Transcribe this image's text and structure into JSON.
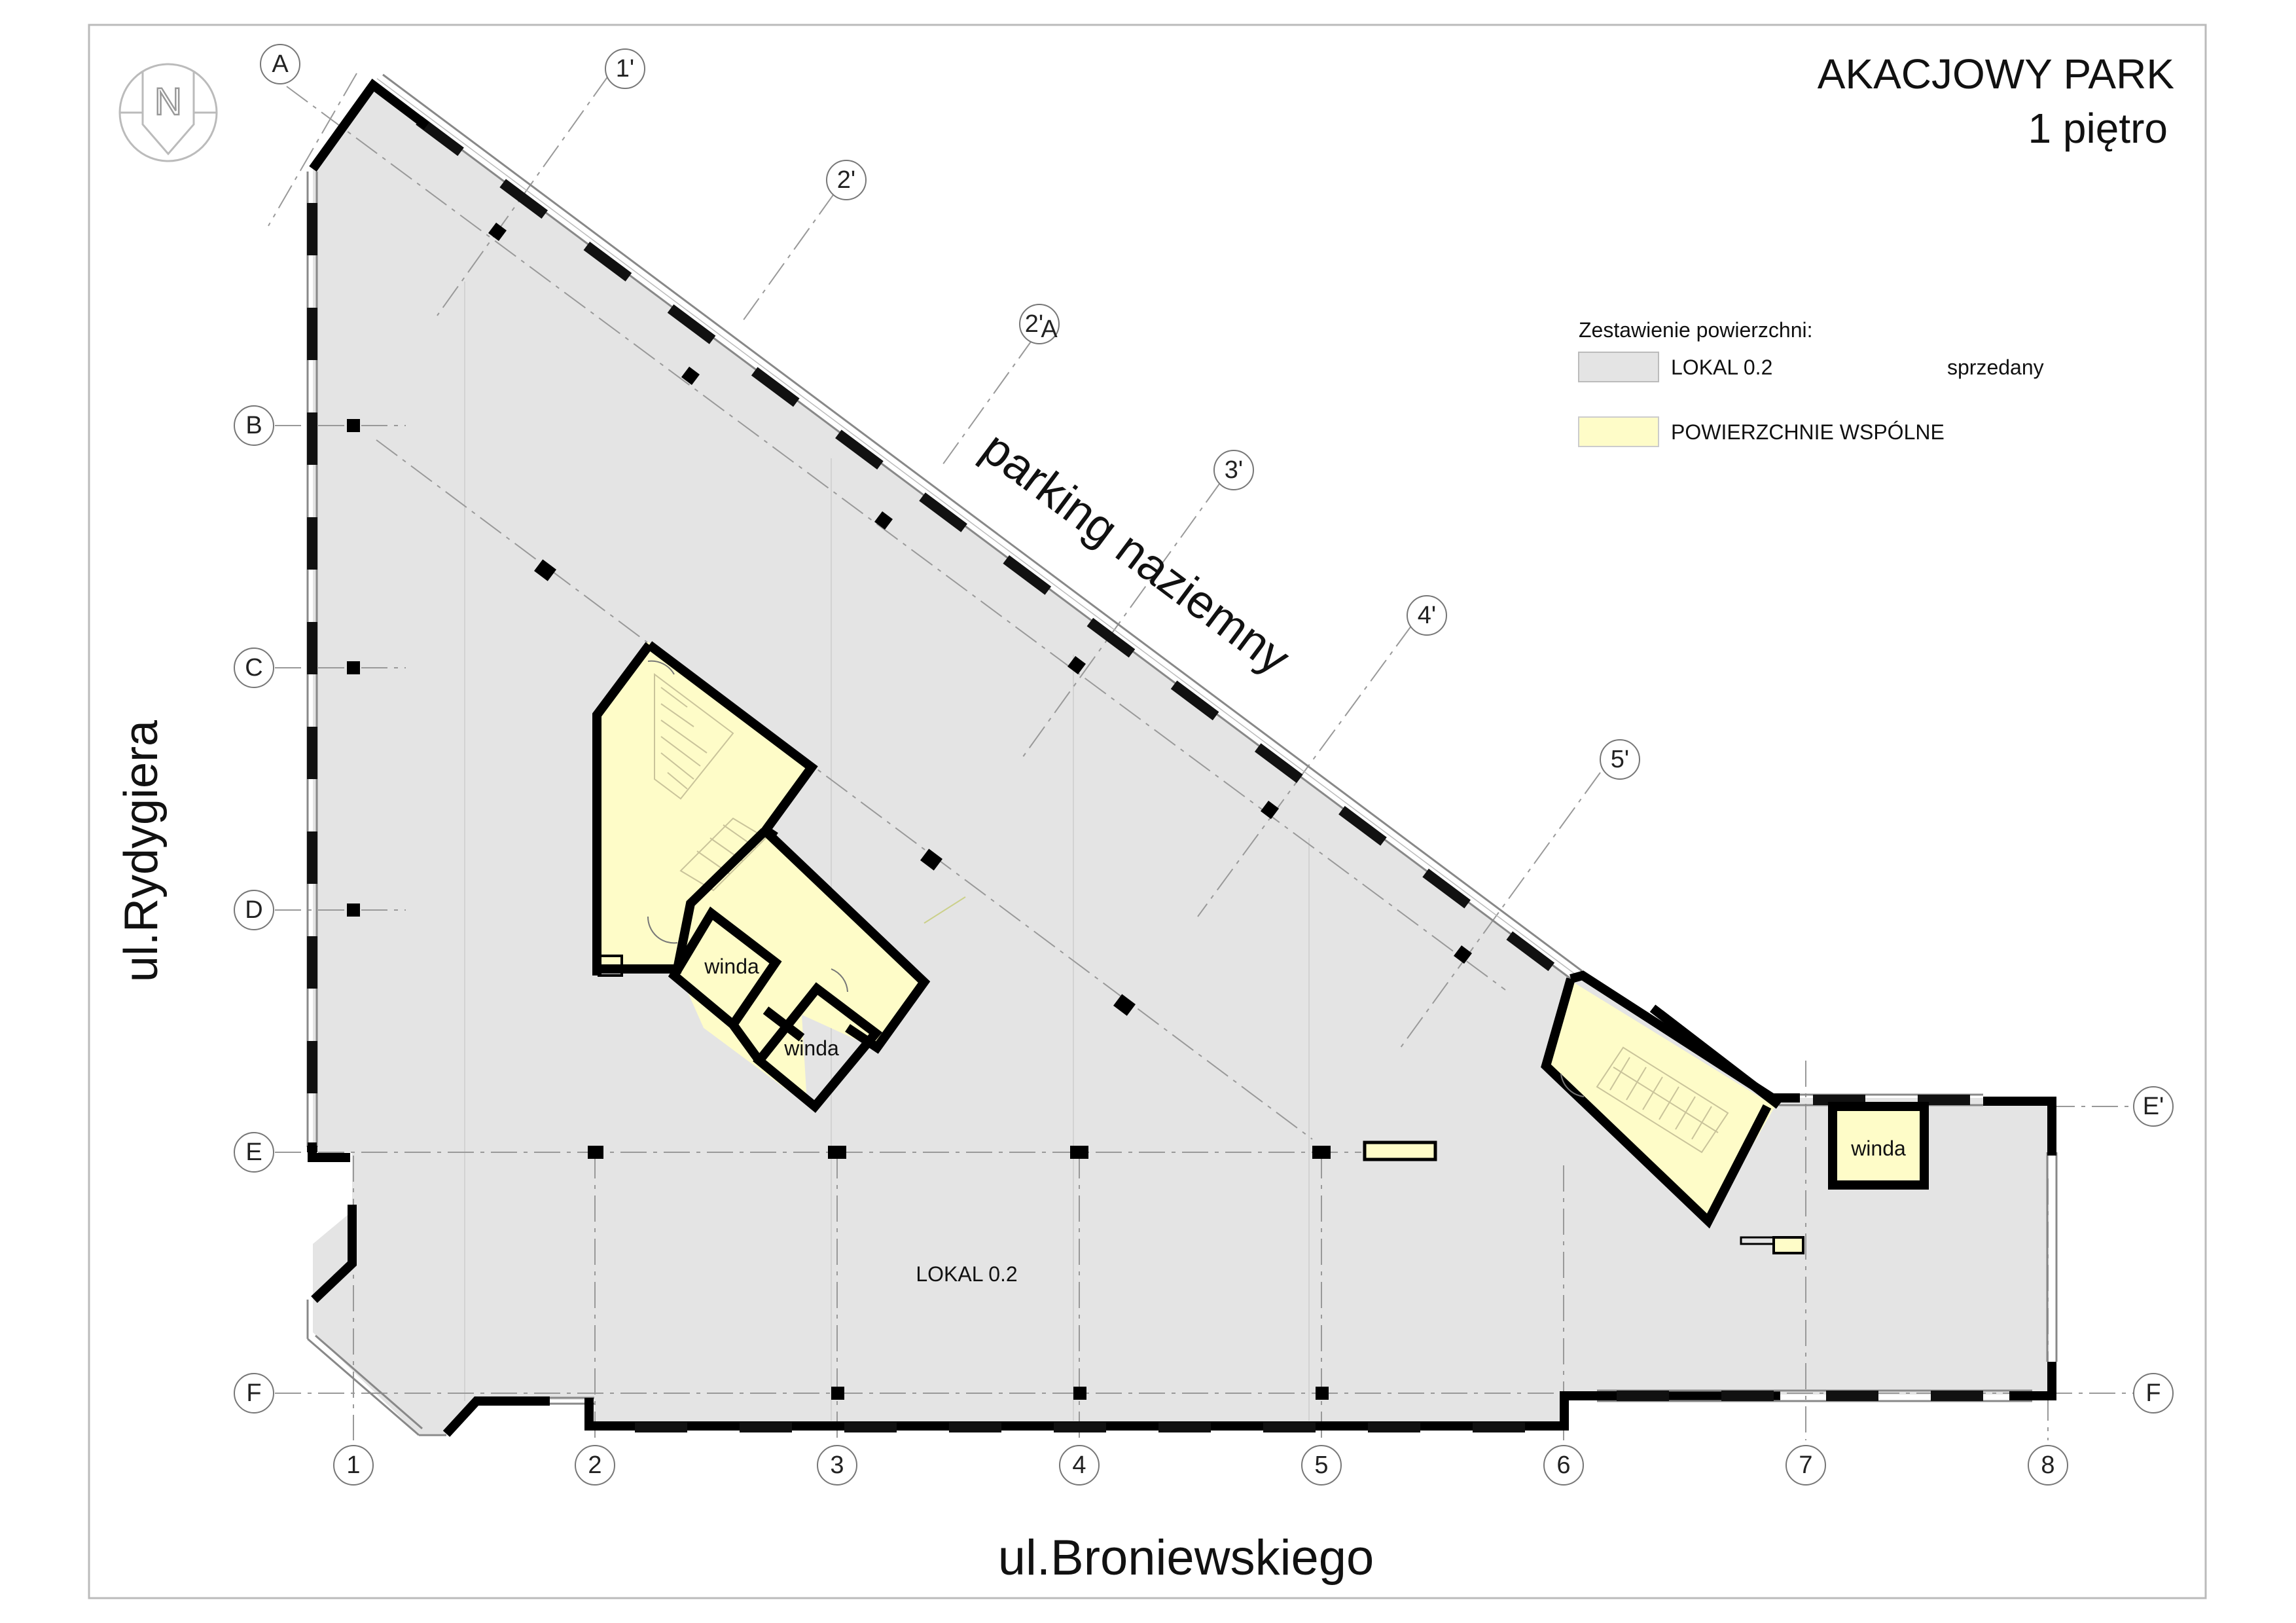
{
  "title": {
    "project": "AKACJOWY PARK",
    "floor": "1 piętro"
  },
  "legend": {
    "heading": "Zestawienie powierzchni:",
    "items": [
      {
        "label": "LOKAL 0.2",
        "status": "sprzedany",
        "color": "#e4e4e4"
      },
      {
        "label": "POWIERZCHNIE WSPÓLNE",
        "status": "",
        "color": "#fefcc8"
      }
    ]
  },
  "streets": {
    "west": "ul.Rydygiera",
    "south": "ul.Broniewskiego",
    "diagonal": "parking naziemny"
  },
  "rooms": {
    "main": "LOKAL 0.2",
    "elevator_1": "winda",
    "elevator_2": "winda",
    "elevator_3": "winda"
  },
  "compass": {
    "letter": "N"
  },
  "grid_labels": {
    "columns": [
      "1",
      "2",
      "3",
      "4",
      "5",
      "6",
      "7",
      "8"
    ],
    "rows_left": [
      "A",
      "B",
      "C",
      "D",
      "E",
      "F"
    ],
    "rows_right": [
      "E'",
      "F"
    ],
    "diagonal": [
      "1'",
      "2'",
      "3'",
      "4'",
      "5'"
    ],
    "diagonal_2a_main": "2'",
    "diagonal_2a_sub": "A"
  },
  "colors": {
    "lokal_fill": "#e4e4e4",
    "common_fill": "#fefcc8",
    "wall": "#000000",
    "grid": "#999999"
  }
}
